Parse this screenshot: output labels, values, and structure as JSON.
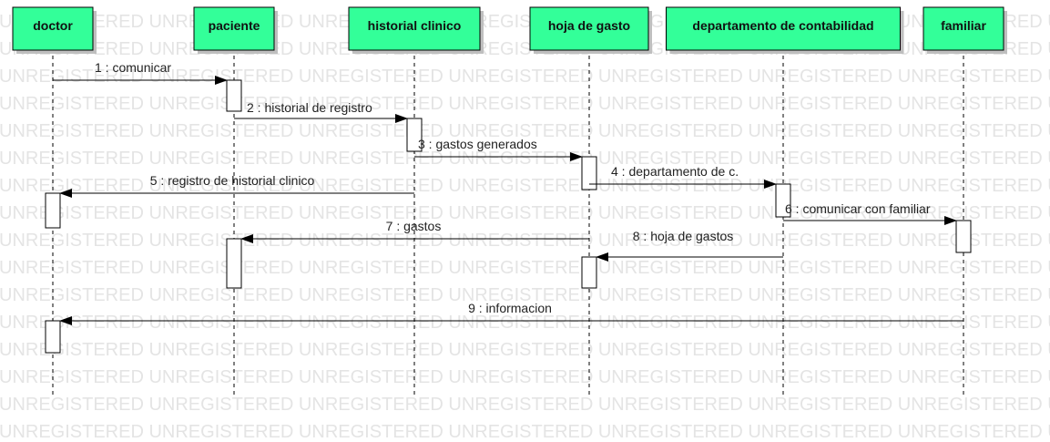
{
  "watermark_text": "UNREGISTERED",
  "colors": {
    "header_fill": "#33ff99",
    "header_stroke": "#000000",
    "line": "#000000",
    "activation_fill": "#ffffff"
  },
  "lifelines": [
    {
      "id": "doctor",
      "label": "doctor"
    },
    {
      "id": "paciente",
      "label": "paciente"
    },
    {
      "id": "historial",
      "label": "historial clinico"
    },
    {
      "id": "hoja",
      "label": "hoja de gasto"
    },
    {
      "id": "depto",
      "label": "departamento de contabilidad"
    },
    {
      "id": "familiar",
      "label": "familiar"
    }
  ],
  "messages": [
    {
      "label": "1 : comunicar",
      "from": "doctor",
      "to": "paciente"
    },
    {
      "label": "2 : historial de registro",
      "from": "paciente",
      "to": "historial"
    },
    {
      "label": "3 : gastos generados",
      "from": "historial",
      "to": "hoja"
    },
    {
      "label": "4 : departamento de c.",
      "from": "hoja",
      "to": "depto"
    },
    {
      "label": "5 : registro de historial clinico",
      "from": "historial",
      "to": "doctor"
    },
    {
      "label": "6 : comunicar con familiar",
      "from": "depto",
      "to": "familiar"
    },
    {
      "label": "7 : gastos",
      "from": "hoja",
      "to": "paciente"
    },
    {
      "label": "8 : hoja de gastos",
      "from": "depto",
      "to": "hoja"
    },
    {
      "label": "9 : informacion",
      "from": "familiar",
      "to": "doctor"
    }
  ]
}
